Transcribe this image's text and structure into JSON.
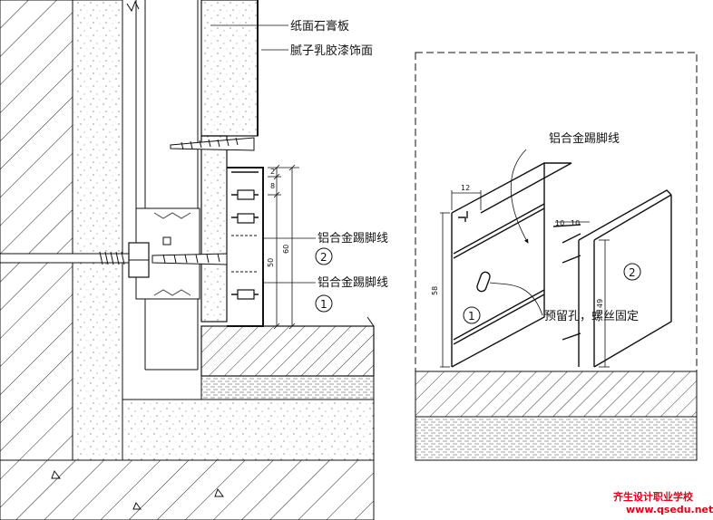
{
  "labels": {
    "gypsum_board": "纸面石膏板",
    "putty_finish": "腻子乳胶漆饰面",
    "baseboard_2": "铝合金踢脚线",
    "baseboard_1": "铝合金踢脚线",
    "detail_baseboard": "铝合金踢脚线",
    "detail_hole": "预留孔，螺丝固定"
  },
  "markers": {
    "one": "1",
    "two": "2"
  },
  "dimensions": {
    "d2": "2",
    "d8": "8",
    "d50": "50",
    "d60": "60",
    "d12": "12",
    "d10a": "10",
    "d10b": "10",
    "d58": "58",
    "d49": "49"
  },
  "watermark": {
    "line1": "齐生设计职业学校",
    "line2": "www.qsedu.net"
  },
  "colors": {
    "line": "#111111",
    "watermark": "#e0001b"
  }
}
